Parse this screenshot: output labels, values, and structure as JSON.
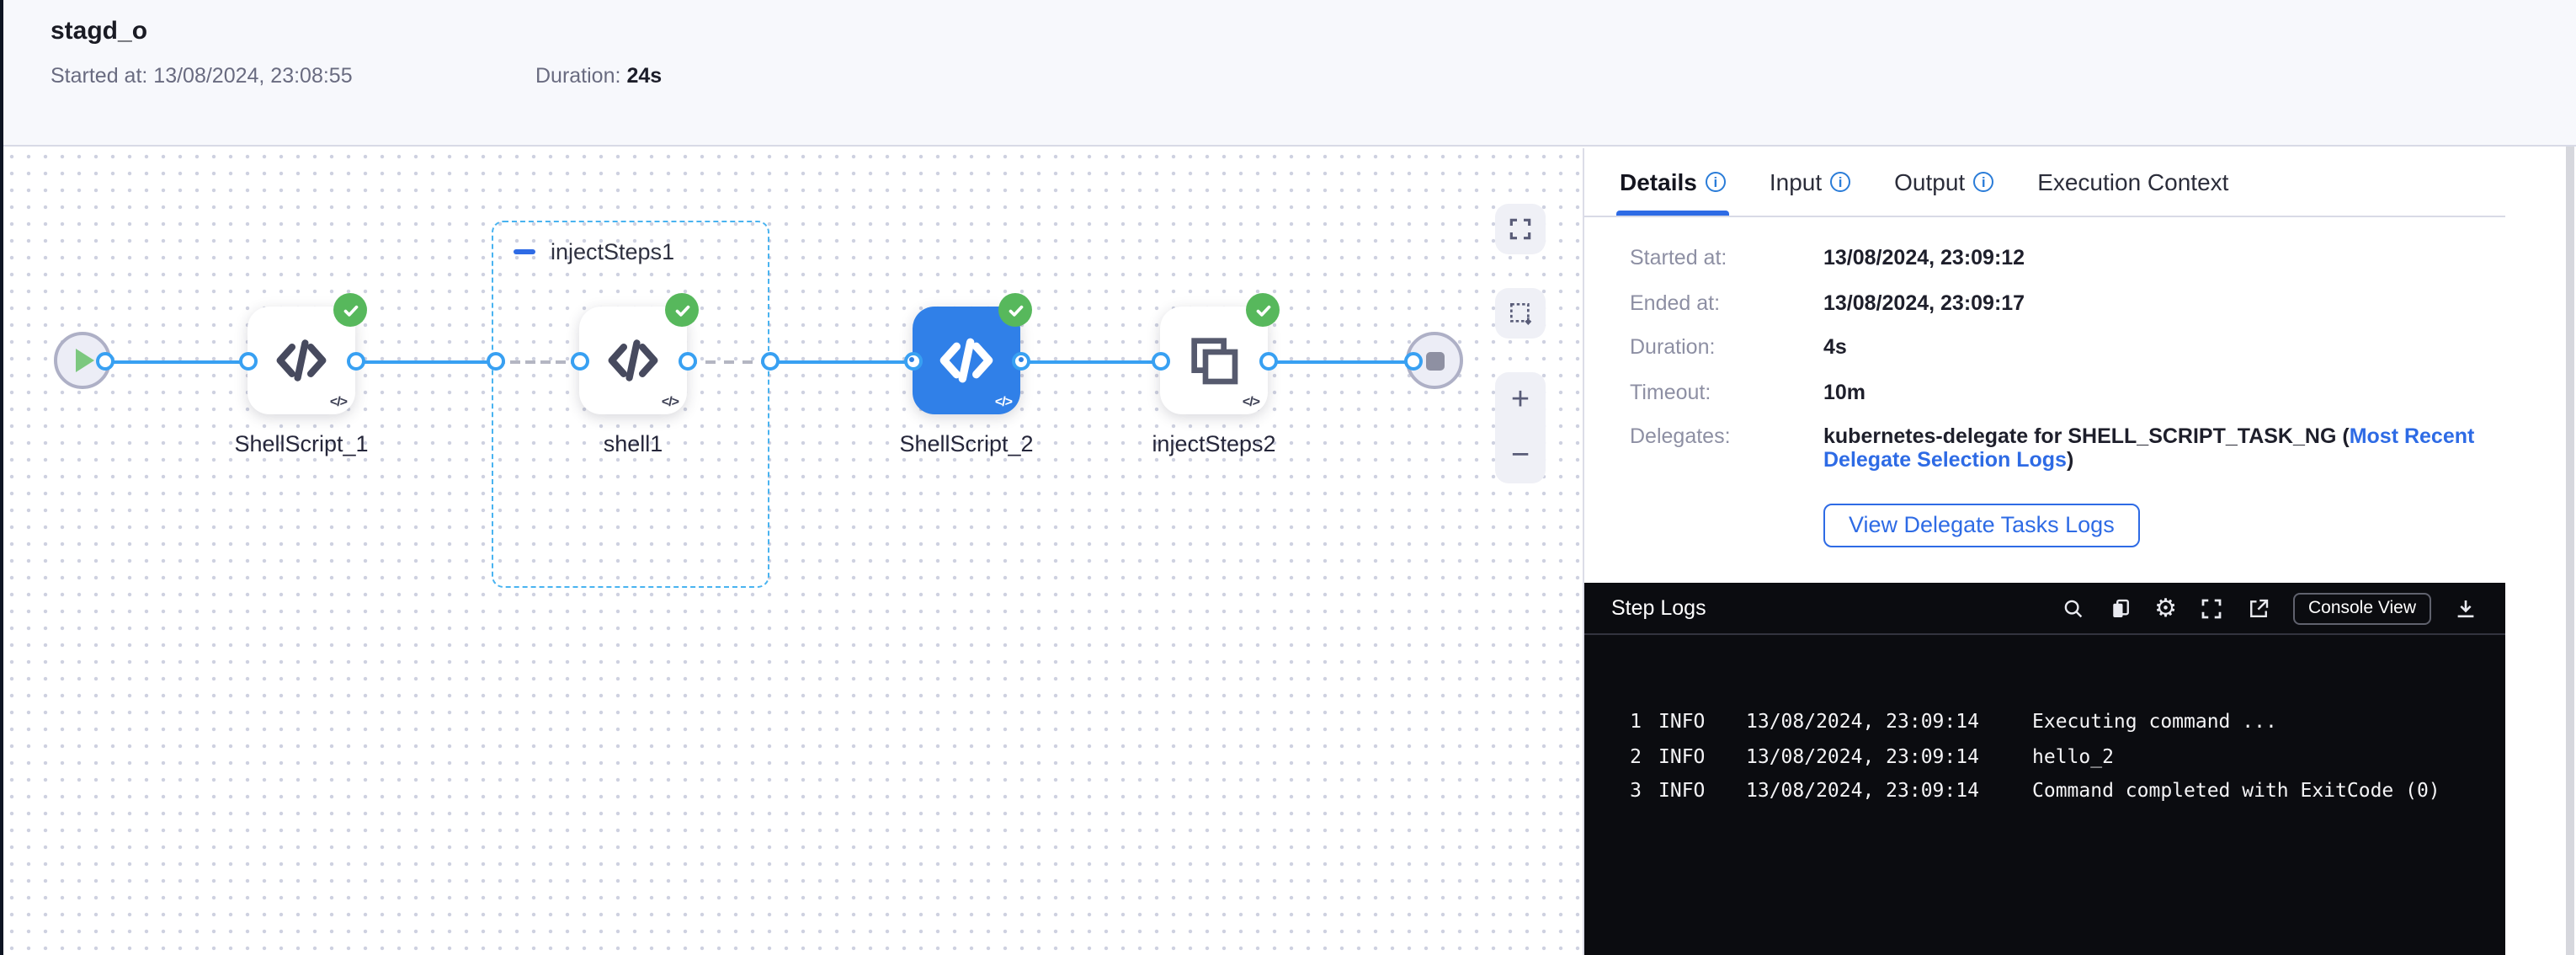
{
  "header": {
    "title": "stagd_o",
    "started": "Started at: 13/08/2024, 23:08:55",
    "duration_label": "Duration:",
    "duration_value": "24s"
  },
  "canvas": {
    "group_label": "injectSteps1",
    "nodes": [
      {
        "label": "ShellScript_1",
        "type": "shell-script",
        "status": "success"
      },
      {
        "label": "shell1",
        "type": "shell-script",
        "status": "success"
      },
      {
        "label": "ShellScript_2",
        "type": "shell-script",
        "status": "success",
        "selected": true
      },
      {
        "label": "injectSteps2",
        "type": "step-group",
        "status": "success"
      }
    ],
    "corner_glyph": "</>",
    "toolbar": {
      "zoom_in": "+",
      "zoom_out": "−"
    }
  },
  "tabs": [
    {
      "label": "Details",
      "active": true,
      "info": true
    },
    {
      "label": "Input",
      "info": true
    },
    {
      "label": "Output",
      "info": true
    },
    {
      "label": "Execution Context",
      "info": false
    }
  ],
  "info_glyph": "i",
  "details": {
    "rows": [
      {
        "label": "Started at:",
        "value": "13/08/2024, 23:09:12"
      },
      {
        "label": "Ended at:",
        "value": "13/08/2024, 23:09:17"
      },
      {
        "label": "Duration:",
        "value": "4s"
      },
      {
        "label": "Timeout:",
        "value": "10m"
      }
    ],
    "delegates_label": "Delegates:",
    "delegates_prefix": "kubernetes-delegate for SHELL_SCRIPT_TASK_NG (",
    "delegates_link": "Most Recent Delegate Selection Logs",
    "delegates_suffix": ")",
    "button_label": "View Delegate Tasks Logs"
  },
  "step_logs": {
    "title": "Step Logs",
    "console_view_label": "Console View",
    "lines": [
      {
        "num": "1",
        "level": "INFO",
        "time": "13/08/2024, 23:09:14",
        "message": "Executing command ..."
      },
      {
        "num": "2",
        "level": "INFO",
        "time": "13/08/2024, 23:09:14",
        "message": "hello_2"
      },
      {
        "num": "3",
        "level": "INFO",
        "time": "13/08/2024, 23:09:14",
        "message": "Command completed with ExitCode (0)"
      }
    ]
  },
  "colors": {
    "accent_blue": "#2e6be5",
    "connector_blue": "#38a0f2",
    "group_dash_blue": "#49b3f0",
    "success_green": "#57b85c",
    "selected_node_blue": "#3080e8",
    "header_bg": "#f7f8fc",
    "log_bg": "#0b0c10"
  }
}
